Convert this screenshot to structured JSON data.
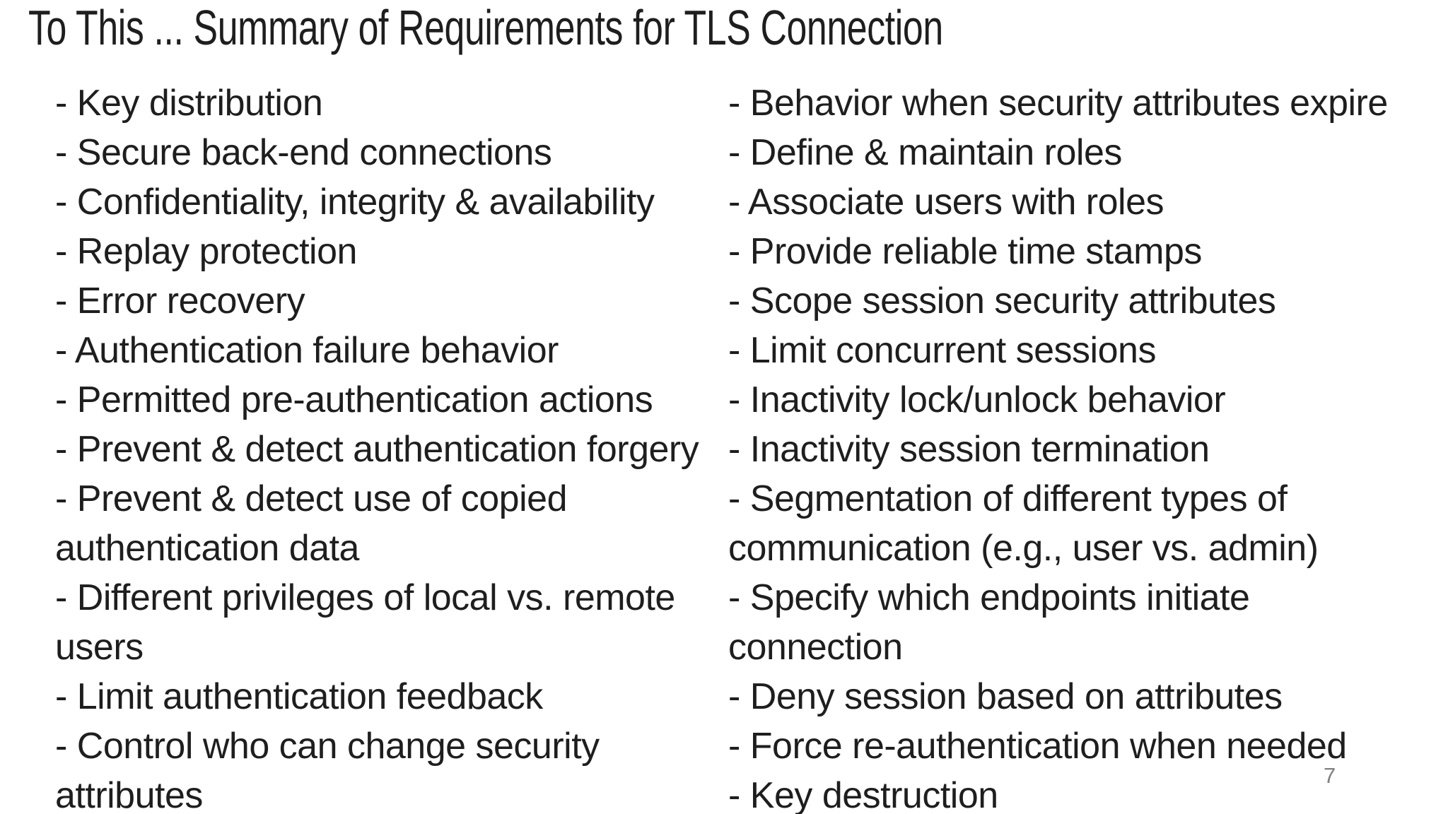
{
  "page": {
    "title": "To This ... Summary of Requirements for TLS Connection",
    "page_number": "7",
    "background_color": "#ffffff",
    "text_color": "#1e1e1e",
    "page_number_color": "#808080"
  },
  "columns": {
    "left": {
      "items": [
        "- Key distribution",
        "- Secure back-end connections",
        "- Confidentiality, integrity & availability",
        "- Replay protection",
        "- Error recovery",
        "- Authentication failure behavior",
        "- Permitted pre-authentication actions",
        "- Prevent & detect authentication forgery",
        "- Prevent & detect use of copied\nauthentication data",
        "- Different privileges of local vs. remote\nusers",
        "- Limit authentication feedback",
        "- Control who can change security\nattributes"
      ]
    },
    "right": {
      "items": [
        "- Behavior when security attributes expire",
        "- Define & maintain roles",
        "- Associate users with roles",
        "- Provide reliable time stamps",
        "- Scope session security attributes",
        "- Limit concurrent sessions",
        "- Inactivity lock/unlock behavior",
        "- Inactivity session termination",
        "- Segmentation of different types of\ncommunication (e.g., user vs. admin)",
        "- Specify which endpoints initiate\nconnection",
        "- Deny session based on attributes",
        "- Force re-authentication when needed",
        "- Key destruction"
      ]
    }
  }
}
